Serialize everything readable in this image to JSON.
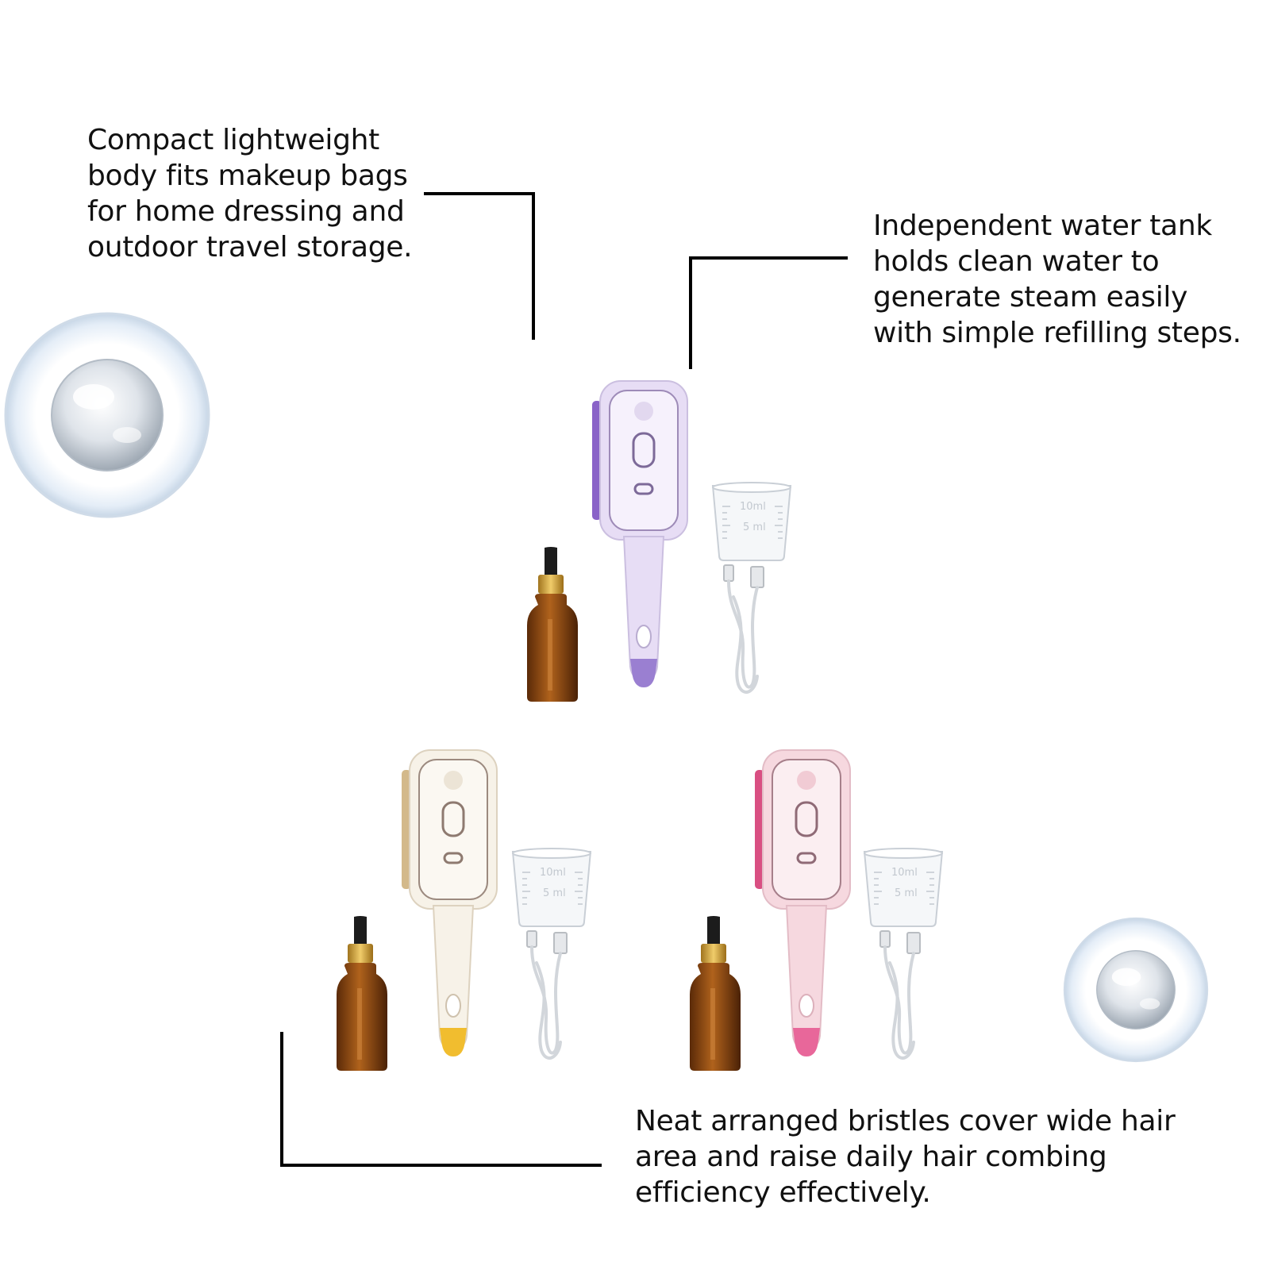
{
  "captions": {
    "top_left": "Compact lightweight body fits makeup bags for home dressing and outdoor travel storage.",
    "top_right": "Independent water tank holds clean water to generate steam easily with simple refilling steps.",
    "bottom": "Neat arranged bristles cover wide hair area and raise daily hair combing efficiency effectively."
  },
  "cup": {
    "mark_10": "10ml",
    "mark_5": "5 ml"
  },
  "kits": [
    {
      "color_name": "purple",
      "body": "#e7ddf5",
      "accent": "#9a7fd1",
      "bristle": "#8a63c8"
    },
    {
      "color_name": "cream",
      "body": "#f7f2e8",
      "accent": "#f1bd2f",
      "bristle": "#d3b98b"
    },
    {
      "color_name": "pink",
      "body": "#f6d8df",
      "accent": "#e8679a",
      "bristle": "#d94f82"
    }
  ]
}
